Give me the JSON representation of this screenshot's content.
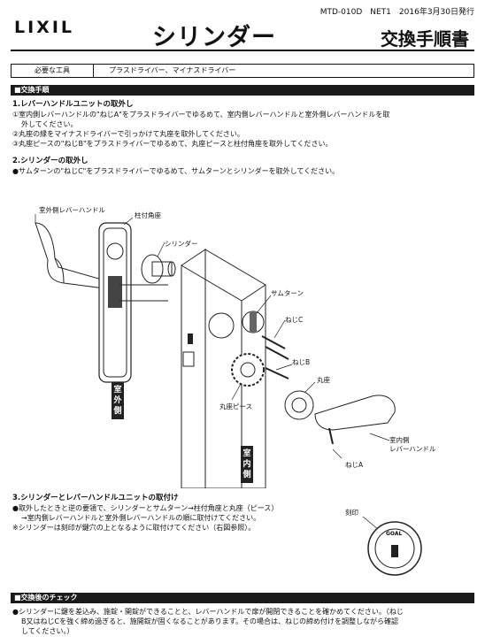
{
  "header": {
    "brand": "LIXIL",
    "doc_number": "MTD-010D　NET1　2016年3月30日発行",
    "title": "シリンダー",
    "subtitle": "交換手順書"
  },
  "tools": {
    "label": "必要な工具",
    "value": "プラスドライバー、マイナスドライバー"
  },
  "section1": {
    "bar": "■交換手順",
    "h1": "1.レバーハンドルユニットの取外し",
    "l1": "①室内側レバーハンドルの\"ねじA\"をプラスドライバーでゆるめて、室内側レバーハンドルと室外側レバーハンドルを取",
    "l1b": "外してください。",
    "l2": "②丸座の縁をマイナスドライバーで引っかけて丸座を取外してください。",
    "l3": "③丸座ピースの\"ねじB\"をプラスドライバーでゆるめて、丸座ピースと柱付角座を取外してください。",
    "h2": "2.シリンダーの取外し",
    "l4": "●サムターンの\"ねじC\"をプラスドライバーでゆるめて、サムターンとシリンダーを取外してください。"
  },
  "diagram": {
    "outdoor_lever": "室外側レバーハンドル",
    "pillar_plate": "柱付角座",
    "cylinder": "シリンダー",
    "thumbturn": "サムターン",
    "screw_c": "ねじC",
    "screw_b": "ねじB",
    "rosette": "丸座",
    "rosette_piece": "丸座ピース",
    "indoor_lever_1": "室内側",
    "indoor_lever_2": "レバーハンドル",
    "screw_a": "ねじA",
    "outdoor_side": "室外側",
    "indoor_side": "室内側"
  },
  "section3": {
    "h": "3.シリンダーとレバーハンドルユニットの取付け",
    "l1": "●取外したときと逆の要領で、シリンダーとサムターン→柱付角座と丸座（ピース）",
    "l2": "→室内側レバーハンドルと室外側レバーハンドルの順に取付けてください。",
    "l3": "※シリンダーは刻印が鍵穴の上となるように取付けてください（右図参照）。",
    "stamp_label": "刻印",
    "goal_text": "GOAL"
  },
  "section4": {
    "bar": "■交換後のチェック",
    "l1": "●シリンダーに鍵を差込み、施錠・開錠ができることと、レバーハンドルで扉が開閉できることを確かめてください。（ねじ",
    "l2": "B又はねじCを強く締め過ぎると、施開錠が固くなることがあります。その場合は、ねじの締め付けを調整しながら確認",
    "l3": "してください。）"
  }
}
